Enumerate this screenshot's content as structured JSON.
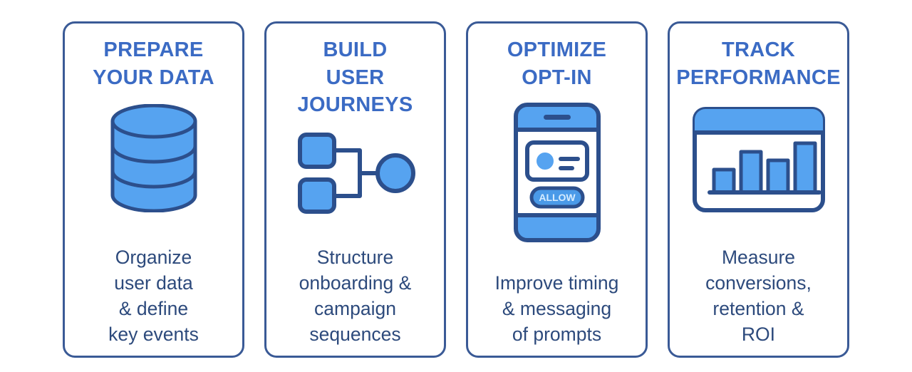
{
  "theme": {
    "background": "#ffffff",
    "card_border": "#3a5a96",
    "heading_color": "#3b6bc4",
    "body_color": "#2d4a7c",
    "icon_fill": "#56a3f0",
    "icon_fill_alt": "#4a9ae8",
    "icon_stroke": "#2c4f8c",
    "allow_button_fill": "#4a9ae8",
    "allow_button_text": "#d6ecff"
  },
  "cards": [
    {
      "heading": "PREPARE\nYOUR DATA",
      "body": "Organize\nuser data\n& define\nkey events",
      "icon": "database-icon"
    },
    {
      "heading": "BUILD\nUSER\nJOURNEYS",
      "body": "Structure\nonboarding &\ncampaign\nsequences",
      "icon": "flowchart-icon"
    },
    {
      "heading": "OPTIMIZE\nOPT-IN",
      "body": "Improve timing\n& messaging\nof prompts",
      "icon": "phone-permission-icon",
      "icon_labels": {
        "allow_button": "ALLOW"
      }
    },
    {
      "heading": "TRACK\nPERFORMANCE",
      "body": "Measure\nconversions,\nretention &\nROI",
      "icon": "bar-chart-window-icon"
    }
  ]
}
